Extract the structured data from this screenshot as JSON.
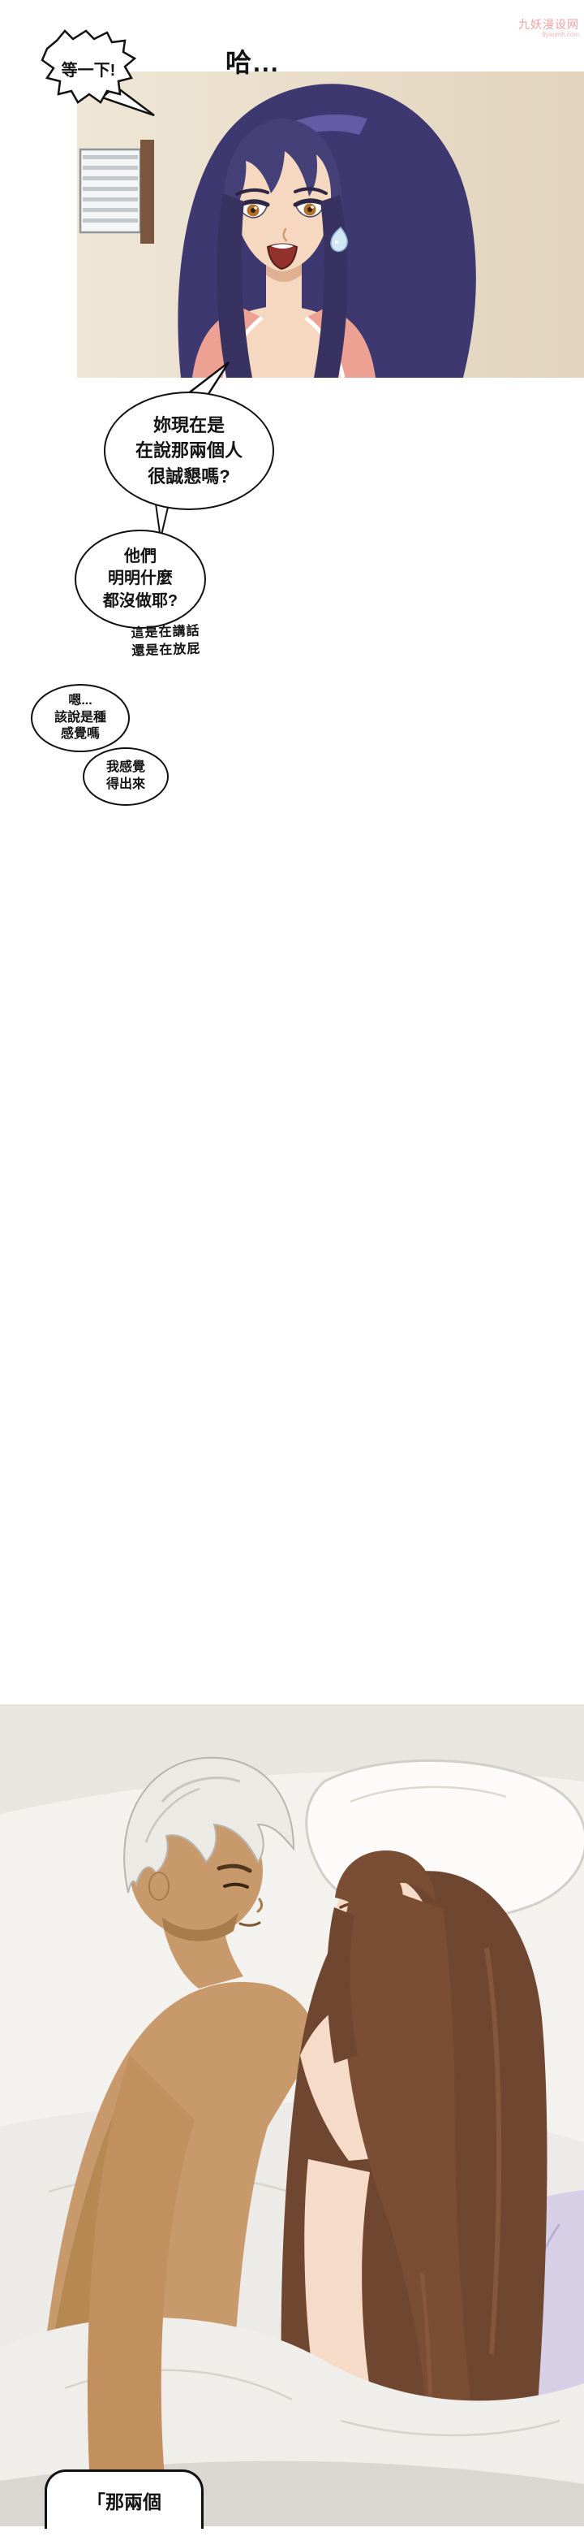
{
  "watermark": {
    "site_name": "九妖漫设网",
    "site_url": "9yaomh.com"
  },
  "sound_effects": {
    "ha": "哈..."
  },
  "speech_bubbles": {
    "wait": "等一下!",
    "question_1": "妳現在是\n在說那兩個人\n很誠懇嗎?",
    "question_2": "他們\n明明什麼\n都沒做耶?",
    "aside_note": "這是在講話\n還是在放屁",
    "reply_1": "嗯...\n該說是種\n感覺嗎",
    "reply_2": "我感覺\n得出來",
    "bottom_partial": "「那兩個"
  },
  "illustrations": {
    "top_panel_alt": "startled-woman-long-dark-purple-hair",
    "bottom_panel_alt": "silver-haired-man-and-brown-haired-woman-in-bed"
  },
  "colors": {
    "page-bg": "#ffffff",
    "ink": "#141414",
    "watermark-pink": "#efa3a3",
    "wall-beige": "#e8ddc9",
    "hair-indigo": "#3e3870",
    "hair-indigo-dark": "#373260",
    "hair-highlight": "#6a62ab",
    "eye-ink": "#2c2744",
    "skin-fair": "#f6d8c0",
    "shirt-pink": "#eda193",
    "hair-silver": "#eceae5",
    "skin-tan": "#c8996b",
    "skin-tan-shade": "#c2905f",
    "skin-fair2": "#f6dcc8",
    "hair-brown": "#6f4630",
    "hair-brown-front": "#7a4e35",
    "blanket-lavender": "#d6cfe6",
    "iris-amber": "#b06f2a",
    "iris-blue": "#8fb3cc"
  }
}
